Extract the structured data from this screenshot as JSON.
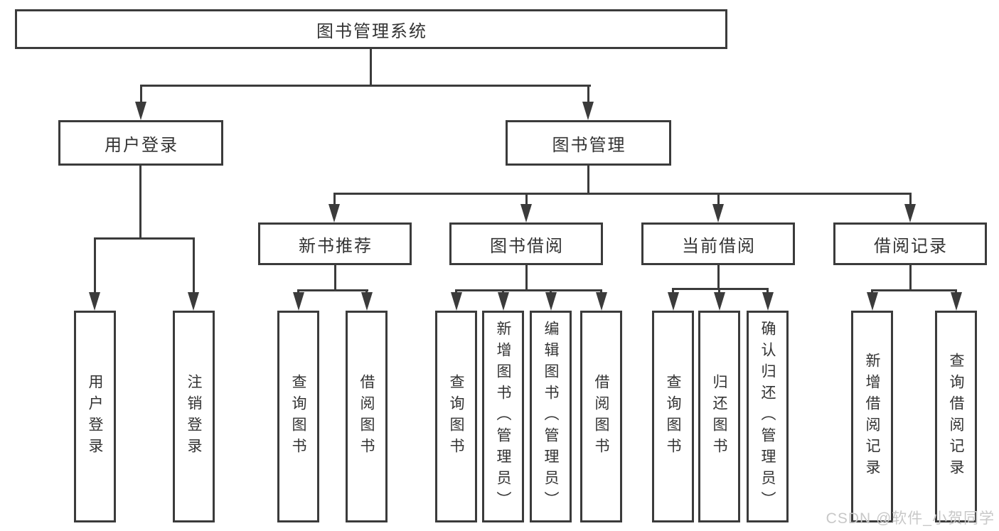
{
  "diagram": {
    "root": "图书管理系统",
    "user_login": {
      "label": "用户登录",
      "children": {
        "login": "用户登录",
        "logout": "注销登录"
      }
    },
    "book_mgmt": {
      "label": "图书管理",
      "new_book_rec": {
        "label": "新书推荐",
        "children": {
          "query": "查询图书",
          "borrow": "借阅图书"
        }
      },
      "book_borrow": {
        "label": "图书借阅",
        "children": {
          "query": "查询图书",
          "add": "新增图书（管理员）",
          "edit": "编辑图书（管理员）",
          "borrow": "借阅图书"
        }
      },
      "current_borrow": {
        "label": "当前借阅",
        "children": {
          "query": "查询图书",
          "return": "归还图书",
          "confirm": "确认归还（管理员）"
        }
      },
      "borrow_records": {
        "label": "借阅记录",
        "children": {
          "add": "新增借阅记录",
          "query": "查询借阅记录"
        }
      }
    }
  },
  "watermark": "CSDN @软件_小贺同学",
  "colors": {
    "line": "#3b3b3b",
    "text": "#333333",
    "watermark": "#c8c8c8",
    "background": "#ffffff"
  }
}
